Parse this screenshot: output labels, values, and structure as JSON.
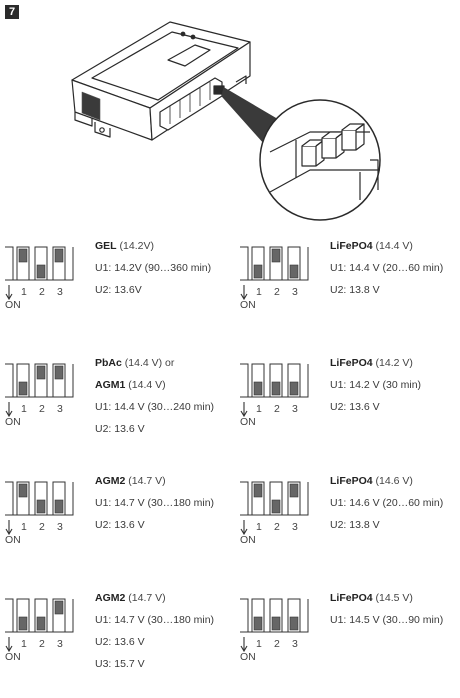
{
  "step_number": "7",
  "dip_labels": {
    "on": "ON",
    "n1": "1",
    "n2": "2",
    "n3": "3"
  },
  "settings": [
    {
      "switches": [
        "off",
        "on",
        "off"
      ],
      "lines": [
        {
          "chem": "GEL",
          "rest": "(14.2V)"
        },
        {
          "text": "U1: 14.2V (90…360 min)"
        },
        {
          "text": "U2: 13.6V"
        }
      ]
    },
    {
      "switches": [
        "on",
        "off",
        "on"
      ],
      "lines": [
        {
          "chem": "LiFePO4",
          "rest": "(14.4 V)"
        },
        {
          "text": "U1: 14.4 V (20…60 min)"
        },
        {
          "text": "U2: 13.8 V"
        }
      ]
    },
    {
      "switches": [
        "on",
        "off",
        "off"
      ],
      "lines": [
        {
          "chem": "PbAc",
          "rest": "(14.4 V) or"
        },
        {
          "chem": "AGM1",
          "rest": "(14.4 V)"
        },
        {
          "text": "U1: 14.4 V (30…240 min)"
        },
        {
          "text": "U2: 13.6 V"
        }
      ]
    },
    {
      "switches": [
        "on",
        "on",
        "on"
      ],
      "lines": [
        {
          "chem": "LiFePO4",
          "rest": "(14.2 V)"
        },
        {
          "text": "U1: 14.2 V (30 min)"
        },
        {
          "text": "U2: 13.6 V"
        }
      ]
    },
    {
      "switches": [
        "off",
        "on",
        "on"
      ],
      "lines": [
        {
          "chem": "AGM2",
          "rest": "(14.7 V)"
        },
        {
          "text": "U1: 14.7 V (30…180 min)"
        },
        {
          "text": "U2: 13.6 V"
        }
      ]
    },
    {
      "switches": [
        "off",
        "on",
        "off"
      ],
      "lines": [
        {
          "chem": "LiFePO4",
          "rest": "(14.6 V)"
        },
        {
          "text": "U1: 14.6 V (20…60 min)"
        },
        {
          "text": "U2: 13.8 V"
        }
      ]
    },
    {
      "switches": [
        "on",
        "on",
        "off"
      ],
      "lines": [
        {
          "chem": "AGM2",
          "rest": "(14.7 V)"
        },
        {
          "text": "U1: 14.7 V (30…180 min)"
        },
        {
          "text": "U2: 13.6 V"
        },
        {
          "text": "U3: 15.7 V"
        }
      ]
    },
    {
      "switches": [
        "on",
        "on",
        "on"
      ],
      "lines": [
        {
          "chem": "LiFePO4",
          "rest": "(14.5 V)"
        },
        {
          "text": "U1: 14.5 V (30…90 min)"
        }
      ]
    }
  ]
}
